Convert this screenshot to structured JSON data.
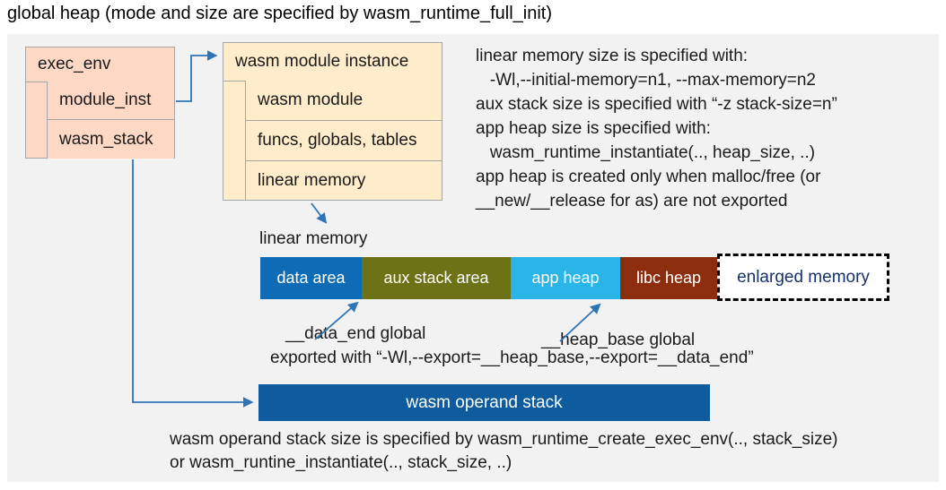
{
  "title": "global heap (mode and size are specified by wasm_runtime_full_init)",
  "exec_env_box": {
    "header": "exec_env",
    "rows": [
      "module_inst",
      "wasm_stack"
    ]
  },
  "module_instance_box": {
    "header": "wasm module instance",
    "rows": [
      "wasm module",
      "funcs, globals, tables",
      "linear memory"
    ]
  },
  "size_notes": {
    "lines": [
      "linear memory size is specified with:",
      "   -Wl,--initial-memory=n1, --max-memory=n2",
      "aux stack size is specified with “-z stack-size=n”",
      "app heap size is specified with:",
      "   wasm_runtime_instantiate(.., heap_size, ..)",
      "app heap is created only when malloc/free (or",
      "__new/__release for as) are not exported"
    ]
  },
  "linear_memory": {
    "label": "linear memory",
    "segments": [
      {
        "label": "data area",
        "color": "#0e6cb6"
      },
      {
        "label": "aux stack area",
        "color": "#6e7217"
      },
      {
        "label": "app heap",
        "color": "#29b5e8"
      },
      {
        "label": "libc heap",
        "color": "#8c2d0e"
      },
      {
        "label": "enlarged memory",
        "color": "#ffffff",
        "border_style": "dashed",
        "text_color": "#17316d"
      }
    ]
  },
  "globals": {
    "data_end": "__data_end global",
    "heap_base": "__heap_base global",
    "exported": "exported with “-Wl,--export=__heap_base,--export=__data_end”"
  },
  "operand_stack": {
    "label": "wasm operand stack",
    "color": "#0e5c9e"
  },
  "operand_stack_notes": {
    "lines": [
      "wasm operand stack size is specified by wasm_runtime_create_exec_env(.., stack_size)",
      "or wasm_runtine_instantiate(.., stack_size, ..)"
    ]
  },
  "palette": {
    "panel_bg": "#f2f2f2",
    "exec_env_fill": "#fcd8c5",
    "module_instance_fill": "#feecca",
    "box_border": "#a6a6a6",
    "arrow": "#2e75b6",
    "text": "#1a1a1a"
  }
}
